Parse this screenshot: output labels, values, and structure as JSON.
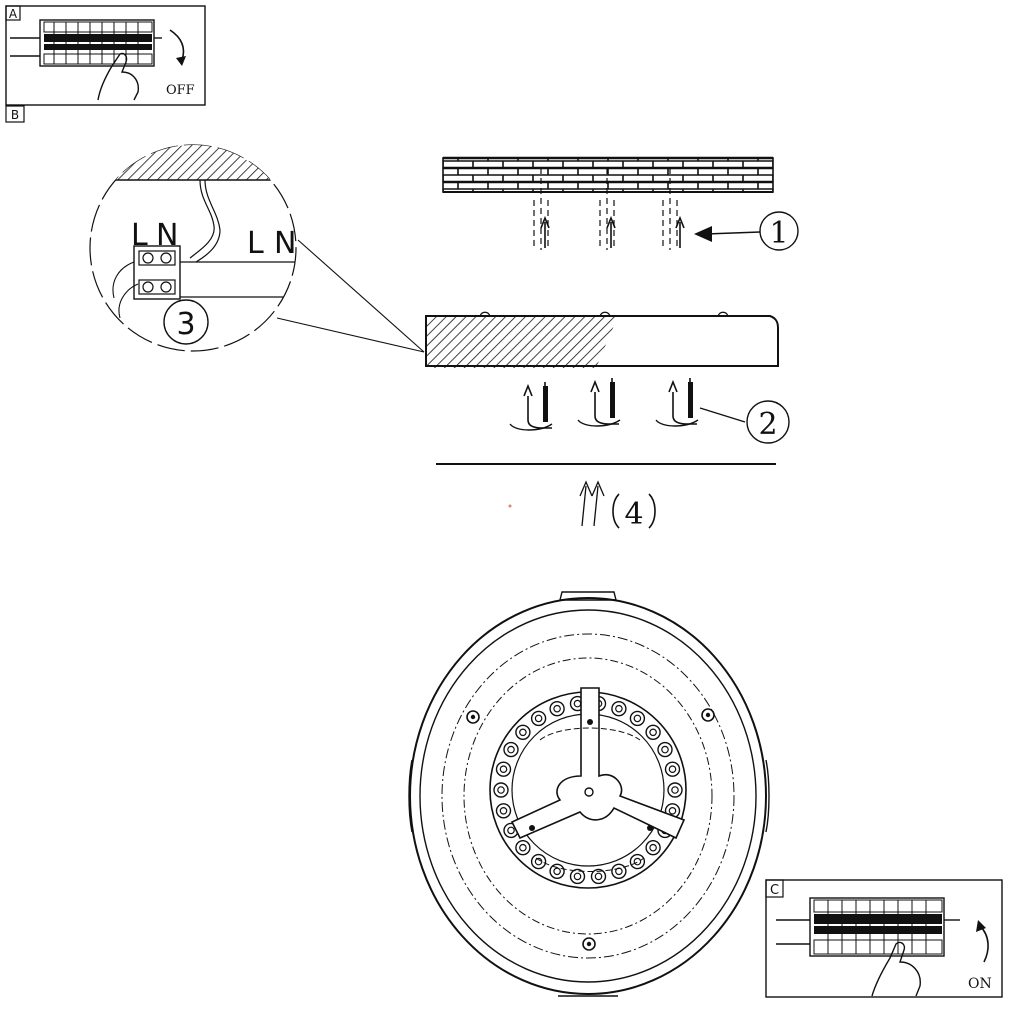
{
  "panels": {
    "a": {
      "letter": "A",
      "state_text": "OFF"
    },
    "b": {
      "letter": "B"
    },
    "c": {
      "letter": "C",
      "state_text": "ON"
    }
  },
  "wiring_detail": {
    "inner_label_l": "L",
    "inner_label_n": "N",
    "outer_label_l": "L",
    "outer_label_n": "N",
    "step": "3"
  },
  "steps": {
    "one": "1",
    "two": "2",
    "four": "4"
  },
  "colors": {
    "ink": "#111111",
    "background": "#ffffff"
  }
}
